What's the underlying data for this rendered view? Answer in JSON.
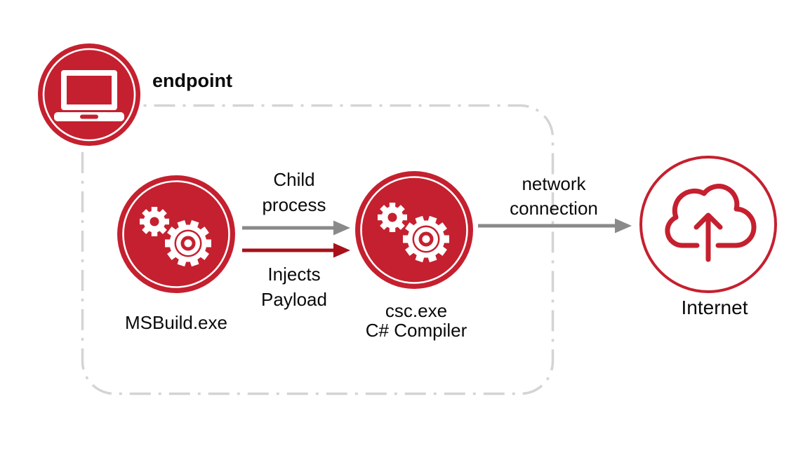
{
  "colors": {
    "brand_red": "#C5202F",
    "arrow_red": "#A8101A",
    "arrow_gray": "#8A8A8A",
    "border_gray": "#D4D4D4",
    "text_black": "#0A0A0A",
    "white": "#FFFFFF",
    "background": "#FFFFFF"
  },
  "diagram": {
    "endpoint": {
      "label": "endpoint",
      "icon": "laptop-icon"
    },
    "nodes": {
      "msbuild": {
        "label": "MSBuild.exe",
        "icon": "gears-icon"
      },
      "csc": {
        "label": "csc.exe",
        "sublabel": "C# Compiler",
        "icon": "gears-icon"
      },
      "internet": {
        "label": "Internet",
        "icon": "cloud-upload-icon"
      }
    },
    "edges": {
      "child_process": {
        "label": "Child process",
        "from": "MSBuild.exe",
        "to": "csc.exe"
      },
      "injects_payload": {
        "label": "Injects Payload",
        "from": "MSBuild.exe",
        "to": "csc.exe"
      },
      "network_connection": {
        "label": "network connection",
        "from": "csc.exe",
        "to": "Internet"
      }
    }
  }
}
